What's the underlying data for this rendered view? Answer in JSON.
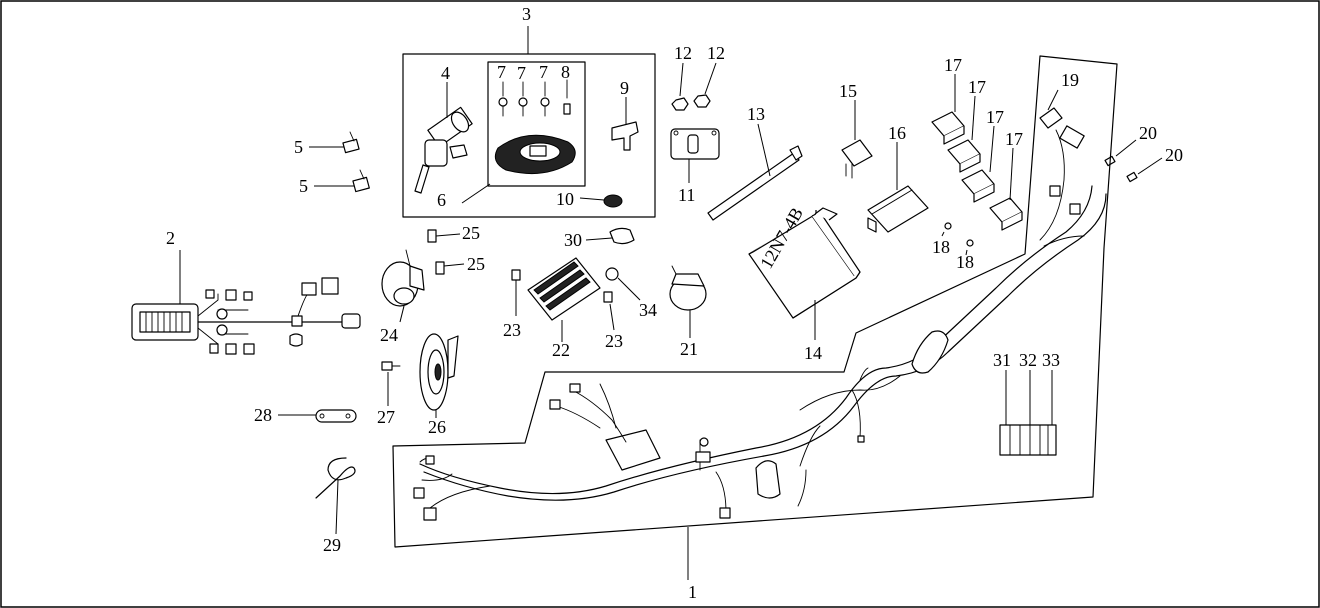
{
  "callouts": {
    "c1": "1",
    "c2": "2",
    "c3": "3",
    "c4": "4",
    "c5a": "5",
    "c5b": "5",
    "c6": "6",
    "c7a": "7",
    "c7b": "7",
    "c7c": "7",
    "c8": "8",
    "c9": "9",
    "c10": "10",
    "c11": "11",
    "c12a": "12",
    "c12b": "12",
    "c13": "13",
    "c14": "14",
    "c15": "15",
    "c16": "16",
    "c17a": "17",
    "c17b": "17",
    "c17c": "17",
    "c17d": "17",
    "c18a": "18",
    "c18b": "18",
    "c19": "19",
    "c20a": "20",
    "c20b": "20",
    "c21": "21",
    "c22": "22",
    "c23a": "23",
    "c23b": "23",
    "c24": "24",
    "c25a": "25",
    "c25b": "25",
    "c26": "26",
    "c27": "27",
    "c28": "28",
    "c29": "29",
    "c30": "30",
    "c31": "31",
    "c32": "32",
    "c33": "33",
    "c34": "34"
  },
  "battery_label": "12N7-4B"
}
